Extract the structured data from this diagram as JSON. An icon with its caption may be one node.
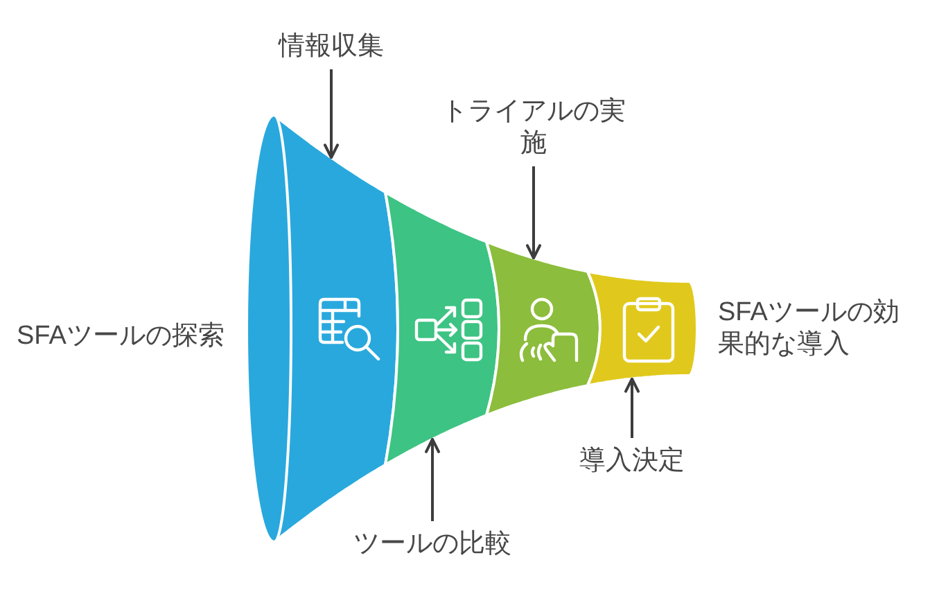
{
  "diagram": {
    "nodes": [
      {
        "text": [
          "情報収集"
        ]
      },
      {
        "text": [
          "トライアルの実施"
        ]
      },
      {
        "text": [],
        "shape": "band",
        "beside": [
          "SFAツールの探索"
        ]
      },
      {
        "text": [],
        "shape": "band"
      },
      {
        "text": [],
        "shape": "band"
      },
      {
        "text": [],
        "shape": "band",
        "beside": [
          "SFAツールの効果的な導入"
        ]
      },
      {
        "text": [
          "導入決定"
        ]
      },
      {
        "text": [
          "ツールの比較"
        ]
      }
    ],
    "edges": [
      {
        "from": 0,
        "to": 2,
        "arrow": "to"
      },
      {
        "from": 1,
        "to": 4,
        "arrow": "to"
      },
      {
        "from": 7,
        "to": 3,
        "arrow": "to"
      },
      {
        "from": 6,
        "to": 5,
        "arrow": "to"
      }
    ]
  }
}
